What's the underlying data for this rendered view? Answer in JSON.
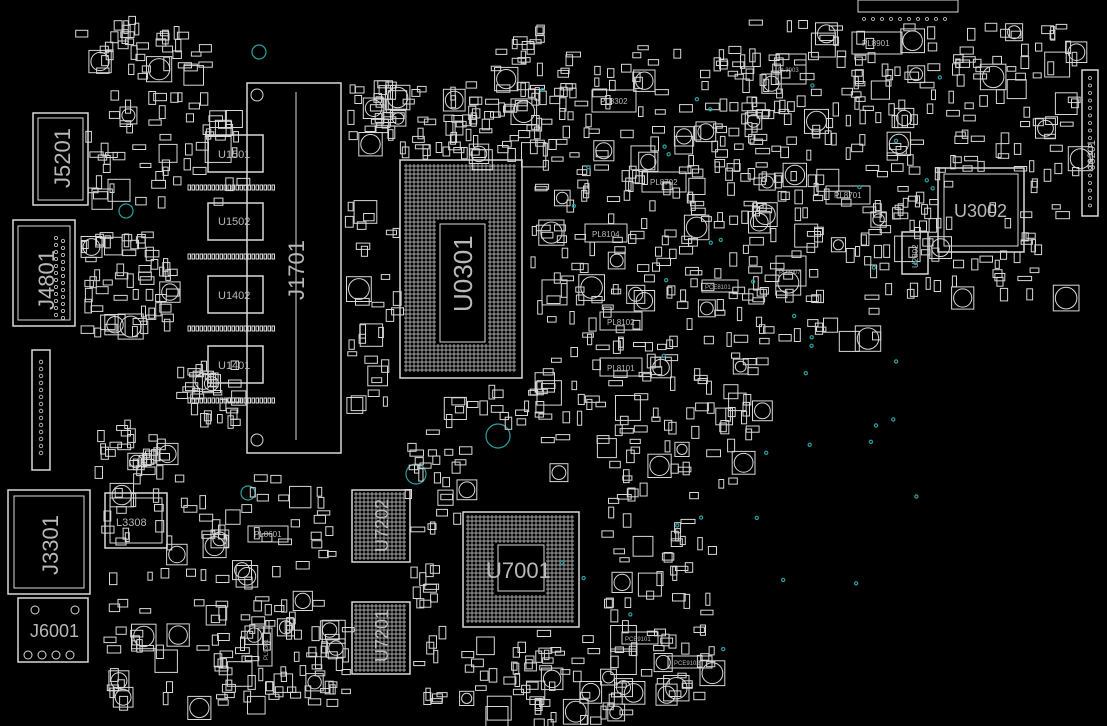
{
  "board": {
    "background": "#000000",
    "outline_color": "#d8d8d8",
    "via_color": "#2aa0a0"
  },
  "labels": {
    "J5201": "J5201",
    "J4801": "J4801",
    "J3301": "J3301",
    "J6001": "J6001",
    "J6201": "J6201",
    "J1701": "J1701",
    "U0301": "U0301",
    "U7001": "U7001",
    "U7202": "U7202",
    "U7201": "U7201",
    "U3002": "U3002",
    "U2802": "U2802",
    "U1501": "U1501",
    "U1502": "U1502",
    "U1401": "U1401",
    "U1402": "U1402",
    "L3308": "L3308",
    "PL8901": "PL8901",
    "PL3003": "PL3003",
    "PU3007": "PU3007",
    "PL8302": "PL8302",
    "PL8702": "PL8702",
    "PL8701": "PL8701",
    "PL8104": "PL8104",
    "PL8102": "PL8102",
    "PL8101": "PL8101",
    "PL8601": "PL8601",
    "PCE8101": "PCE8101",
    "PCE9101": "PCE9101",
    "PCE9102": "PCE9102",
    "PL9301": "PL9301"
  }
}
